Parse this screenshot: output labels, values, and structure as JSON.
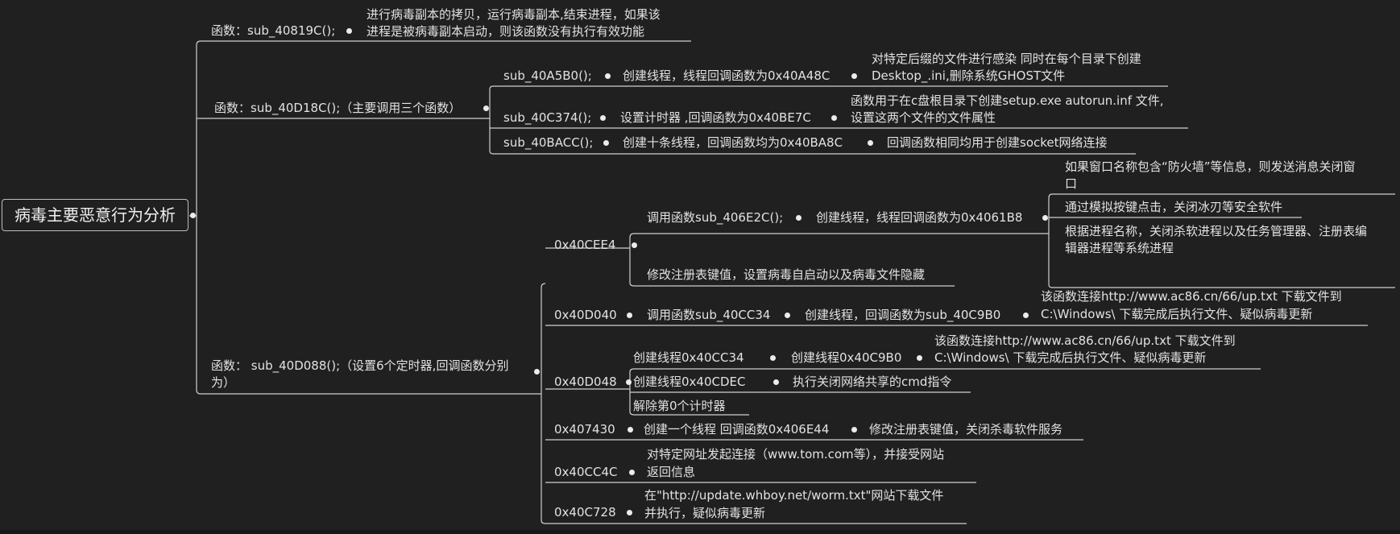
{
  "root": {
    "label": "病毒主要恶意行为分析"
  },
  "branch1": {
    "label": "函数：sub_40819C();",
    "detail": [
      "进行病毒副本的拷贝，运行病毒副本,结束进程，如果该",
      "进程是被病毒副本启动，则该函数没有执行有效功能"
    ]
  },
  "branch2": {
    "label": "函数：sub_40D18C();（主要调用三个函数）",
    "children": [
      {
        "name": "sub_40A5B0();",
        "desc": "创建线程，线程回调函数为0x40A48C",
        "detail": [
          "对特定后缀的文件进行感染 同时在每个目录下创建",
          "Desktop_.ini,删除系统GHOST文件"
        ]
      },
      {
        "name": "sub_40C374();",
        "desc": "设置计时器 ,回调函数为0x40BE7C",
        "detail": [
          "函数用于在c盘根目录下创建setup.exe autorun.inf 文件,",
          "设置这两个文件的文件属性"
        ]
      },
      {
        "name": "sub_40BACC();",
        "desc": "创建十条线程，回调函数均为0x40BA8C",
        "detail": [
          "回调函数相同均用于创建socket网络连接"
        ]
      }
    ]
  },
  "branch3": {
    "label": [
      "函数： sub_40D088();（设置6个定时器,回调函数分别",
      "为）"
    ],
    "timers": {
      "t1": {
        "name": "0x40CEE4",
        "call": "调用函数sub_406E2C();",
        "thread": "创建线程，线程回调函数为0x4061B8",
        "leaves": [
          [
            "如果窗口名称包含“防火墙”等信息，则发送消息关闭窗",
            "口"
          ],
          [
            "通过模拟按键点击，关闭冰刃等安全软件"
          ],
          [
            "根据进程名称，关闭杀软进程以及任务管理器、注册表编",
            "辑器进程等系统进程"
          ]
        ],
        "registry": "修改注册表键值，设置病毒自启动以及病毒文件隐藏"
      },
      "t2": {
        "name": "0x40D040",
        "call": "调用函数sub_40CC34",
        "thread": "创建线程，回调函数为sub_40C9B0",
        "detail": [
          "该函数连接http://www.ac86.cn/66/up.txt 下载文件到",
          "C:\\Windows\\ 下载完成后执行文件、疑似病毒更新"
        ]
      },
      "t3": {
        "name": "0x40D048",
        "a1": "创建线程0x40CC34",
        "a2": "创建线程0x40C9B0",
        "a_detail": [
          "该函数连接http://www.ac86.cn/66/up.txt 下载文件到",
          "C:\\Windows\\ 下载完成后执行文件、疑似病毒更新"
        ],
        "b1": "创建线程0x40CDEC",
        "b2": "执行关闭网络共享的cmd指令",
        "c": "解除第0个计时器"
      },
      "t4": {
        "name": "0x407430",
        "desc": "创建一个线程 回调函数0x406E44",
        "detail": "修改注册表键值，关闭杀毒软件服务"
      },
      "t5": {
        "name": "0x40CC4C",
        "detail": [
          "对特定网址发起连接（www.tom.com等），并接受网站",
          "返回信息"
        ]
      },
      "t6": {
        "name": "0x40C728",
        "detail": [
          "在\"http://update.whboy.net/worm.txt\"网站下载文件",
          "并执行，疑似病毒更新"
        ]
      }
    }
  },
  "colors": {
    "background": "#202020",
    "line": "#cfcfcf",
    "text": "#e2e2e2"
  }
}
